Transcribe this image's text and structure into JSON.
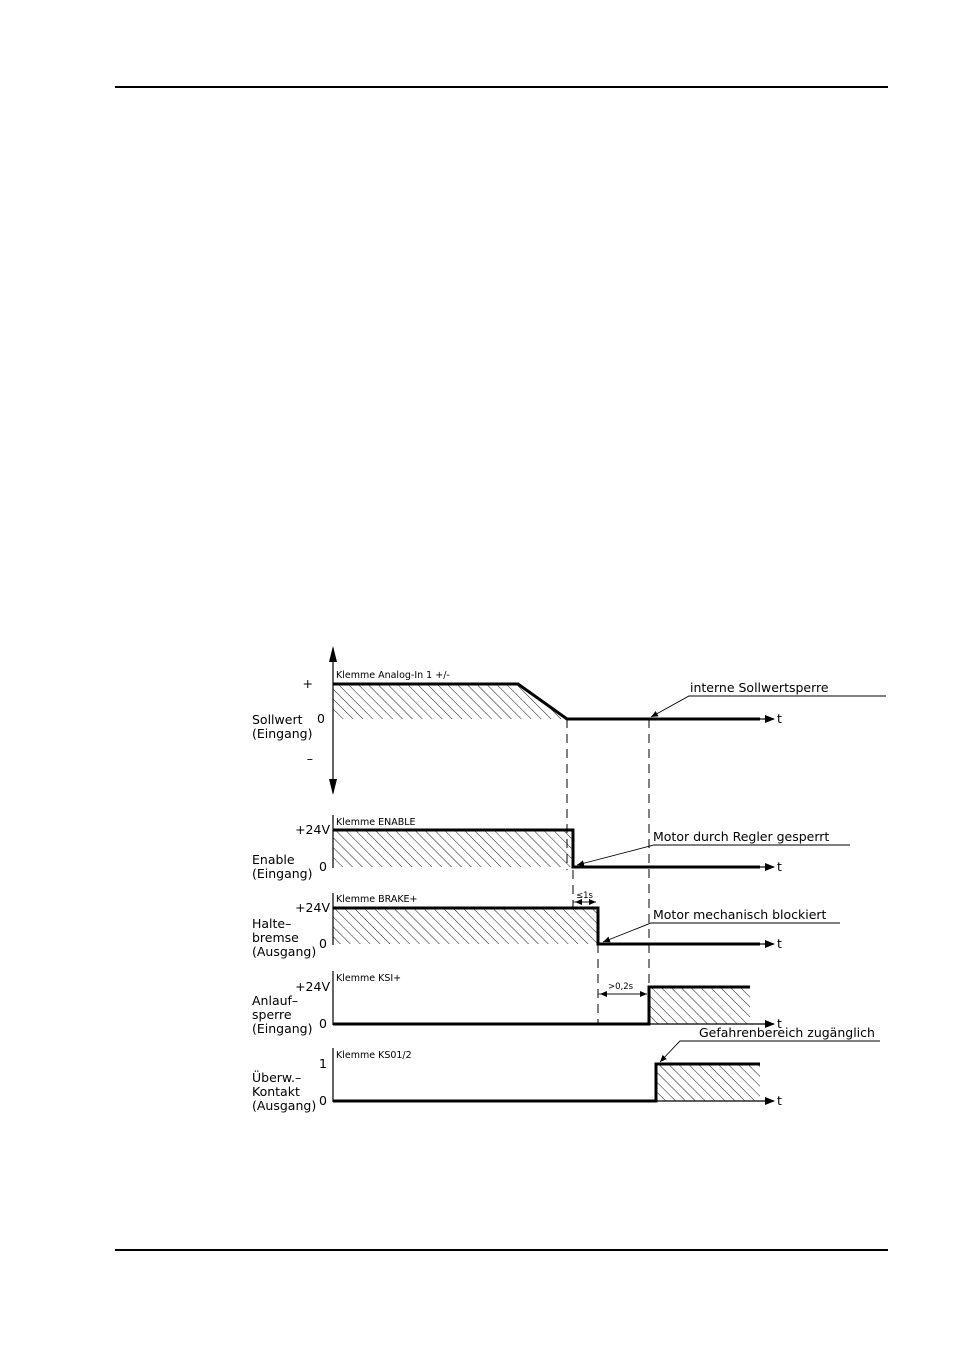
{
  "diagram": {
    "rows": [
      {
        "id": "sollwert",
        "terminal": "Klemme Analog-In 1 +/-",
        "label_lines": [
          "Sollwert",
          "(Eingang)"
        ],
        "levels": [
          "+",
          "0",
          "–"
        ]
      },
      {
        "id": "enable",
        "terminal": "Klemme ENABLE",
        "label_lines": [
          "Enable",
          "(Eingang)"
        ],
        "levels": [
          "+24V",
          "0"
        ]
      },
      {
        "id": "brake",
        "terminal": "Klemme BRAKE+",
        "label_lines": [
          "Halte–",
          "bremse",
          "(Ausgang)"
        ],
        "levels": [
          "+24V",
          "0"
        ]
      },
      {
        "id": "ksi",
        "terminal": "Klemme KSI+",
        "label_lines": [
          "Anlauf–",
          "sperre",
          "(Eingang)"
        ],
        "levels": [
          "+24V",
          "0"
        ]
      },
      {
        "id": "ks01",
        "terminal": "Klemme KS01/2",
        "label_lines": [
          "Überw.–",
          "Kontakt",
          "(Ausgang)"
        ],
        "levels": [
          "1",
          "0"
        ]
      }
    ],
    "time_axis_label": "t",
    "annotations": {
      "sollwertsperre": "interne Sollwertsperre",
      "regler_gesperrt": "Motor durch Regler gesperrt",
      "mech_blockiert": "Motor mechanisch blockiert",
      "gefahrenbereich": "Gefahrenbereich zugänglich"
    },
    "timings": {
      "brake_delay": "≤1s",
      "ksi_delay": ">0,2s"
    }
  }
}
